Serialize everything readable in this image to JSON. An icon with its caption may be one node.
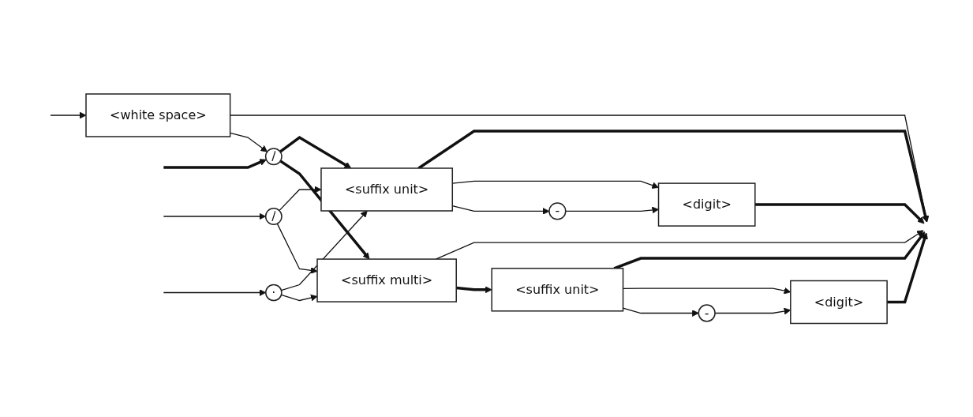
{
  "diagram": {
    "nodes": [
      {
        "text": [
          "<white space>"
        ]
      },
      {
        "text": [
          "/"
        ]
      },
      {
        "text": [
          "<suffix multi>"
        ]
      },
      {
        "text": [
          "<suffix unit>"
        ]
      },
      {
        "text": [
          "-"
        ]
      },
      {
        "text": [
          "<digit>"
        ]
      },
      {
        "text": [
          "<suffix unit>"
        ]
      },
      {
        "text": [
          "-"
        ]
      },
      {
        "text": [
          "<digit>"
        ]
      },
      {
        "text": [
          "/"
        ]
      },
      {
        "text": [
          "·"
        ]
      }
    ],
    "edges": [
      {
        "from": null,
        "to": 0,
        "arrow": "to"
      },
      {
        "from": null,
        "to": 1,
        "arrow": "to",
        "style": "thick"
      },
      {
        "from": 0,
        "to": 1,
        "arrow": "to"
      },
      {
        "from": 1,
        "to": 2,
        "arrow": "to",
        "style": "thick"
      },
      {
        "from": 1,
        "to": 6,
        "arrow": "to",
        "style": "thick"
      },
      {
        "from": 2,
        "to": 3,
        "arrow": "to",
        "style": "thick"
      },
      {
        "from": 3,
        "to": 4,
        "arrow": "to"
      },
      {
        "from": 4,
        "to": 5,
        "arrow": "to"
      },
      {
        "from": 3,
        "to": 5,
        "arrow": "to"
      },
      {
        "from": 5,
        "to": null,
        "arrow": "to",
        "style": "thick"
      },
      {
        "from": 3,
        "to": null,
        "arrow": "to",
        "style": "thick"
      },
      {
        "from": 2,
        "to": null,
        "arrow": "to"
      },
      {
        "from": 6,
        "to": 7,
        "arrow": "to"
      },
      {
        "from": 7,
        "to": 8,
        "arrow": "to"
      },
      {
        "from": 6,
        "to": 8,
        "arrow": "to"
      },
      {
        "from": 8,
        "to": null,
        "arrow": "to",
        "style": "thick"
      },
      {
        "from": 6,
        "to": null,
        "arrow": "to",
        "style": "thick"
      },
      {
        "from": 0,
        "to": null,
        "arrow": "to"
      },
      {
        "from": null,
        "to": 9,
        "arrow": "to"
      },
      {
        "from": null,
        "to": 10,
        "arrow": "to"
      },
      {
        "from": 9,
        "to": 2,
        "arrow": "to"
      },
      {
        "from": 10,
        "to": 2,
        "arrow": "to"
      },
      {
        "from": 9,
        "to": 6,
        "arrow": "to"
      },
      {
        "from": 10,
        "to": 6,
        "arrow": "to"
      }
    ]
  }
}
